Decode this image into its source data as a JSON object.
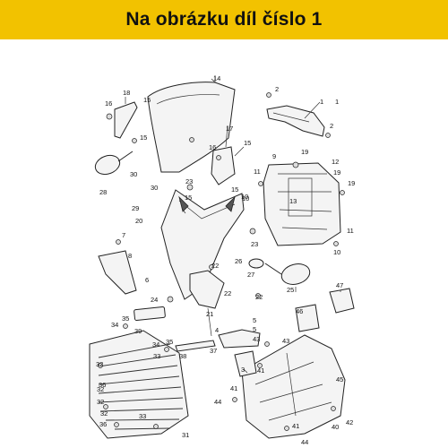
{
  "banner": {
    "text": "Na obrázku díl číslo 1",
    "background": "#f2c200"
  },
  "diagram": {
    "labels": [
      "14",
      "2",
      "1",
      "2",
      "16",
      "18",
      "15",
      "15",
      "17",
      "15",
      "16",
      "15",
      "9",
      "11",
      "19",
      "12",
      "19",
      "10",
      "13",
      "19",
      "23",
      "15",
      "10",
      "30",
      "30",
      "28",
      "29",
      "20",
      "23",
      "11",
      "10",
      "7",
      "8",
      "6",
      "22",
      "26",
      "27",
      "25",
      "24",
      "22",
      "22",
      "21",
      "47",
      "5",
      "5",
      "4",
      "3",
      "43",
      "43",
      "35",
      "34",
      "39",
      "34",
      "33",
      "35",
      "37",
      "38",
      "40",
      "41",
      "46",
      "45",
      "44",
      "41",
      "42",
      "32",
      "32",
      "36",
      "33",
      "32",
      "32",
      "36",
      "31",
      "41",
      "44",
      "1"
    ]
  }
}
